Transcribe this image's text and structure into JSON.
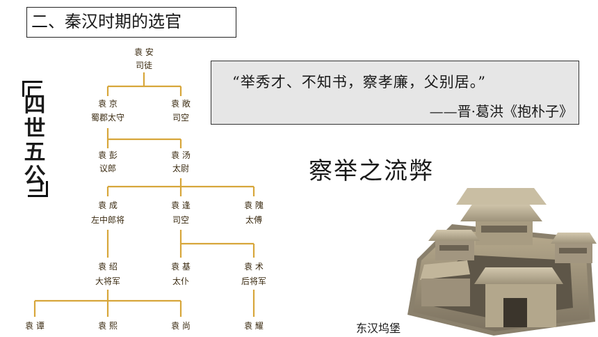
{
  "slide": {
    "section_title": "二、秦汉时期的选官",
    "vertical_title": [
      "四",
      "世",
      "五",
      "公"
    ],
    "quote": "“举秀才、不知书，察孝廉，父别居。”",
    "quote_source": "——晋·葛洪《抱朴子》",
    "subtitle": "察举之流弊",
    "photo_caption": "东汉坞堡"
  },
  "family_tree": {
    "line_color": "#d7a63a",
    "nodes": {
      "yuan_an": {
        "name": "袁 安",
        "title": "司徒"
      },
      "yuan_jing": {
        "name": "袁 京",
        "title": "蜀郡太守"
      },
      "yuan_chang": {
        "name": "袁 敞",
        "title": "司空"
      },
      "yuan_peng": {
        "name": "袁 彭",
        "title": "议郎"
      },
      "yuan_tang": {
        "name": "袁 汤",
        "title": "太尉"
      },
      "yuan_cheng": {
        "name": "袁 成",
        "title": "左中郎将"
      },
      "yuan_feng": {
        "name": "袁 逢",
        "title": "司空"
      },
      "yuan_wei": {
        "name": "袁 隗",
        "title": "太傅"
      },
      "yuan_shao": {
        "name": "袁 绍",
        "title": "大将军"
      },
      "yuan_ji": {
        "name": "袁 基",
        "title": "太仆"
      },
      "yuan_shu": {
        "name": "袁 术",
        "title": "后将军"
      },
      "yuan_tan": {
        "name": "袁 谭",
        "title": ""
      },
      "yuan_xi": {
        "name": "袁 熙",
        "title": ""
      },
      "yuan_shang": {
        "name": "袁 尚",
        "title": ""
      },
      "yuan_yao": {
        "name": "袁 耀",
        "title": ""
      }
    }
  }
}
